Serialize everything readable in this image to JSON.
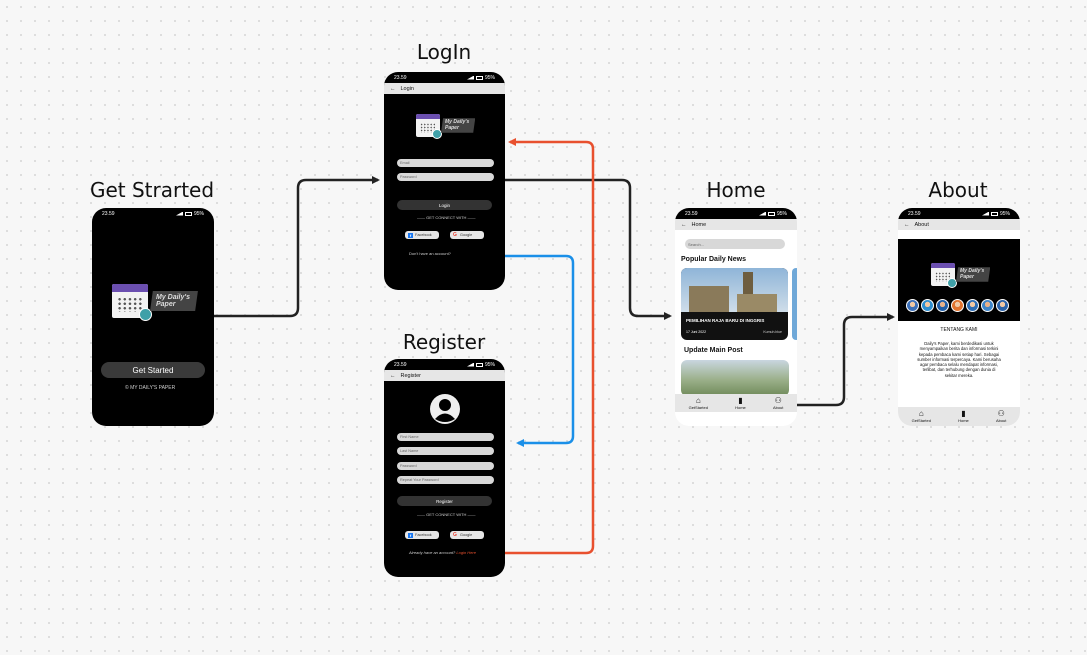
{
  "status": {
    "time": "23.59",
    "battery": "95%"
  },
  "logo_text": [
    "My Daily's",
    "Paper"
  ],
  "colors": {
    "canvas": "#f7f7f7",
    "phone": "#000000",
    "appbar": "#e6e6e6",
    "arrow_dark": "#222222",
    "arrow_red": "#e8502e",
    "arrow_blue": "#1a8fe8",
    "logo_purple": "#6b4fb0"
  },
  "screens": {
    "get_started": {
      "title": "Get Strarted",
      "button": "Get Started",
      "footer": "© MY DAILY'S PAPER"
    },
    "login": {
      "title": "LogIn",
      "appbar": "Login",
      "email_placeholder": "Email",
      "password_placeholder": "Password",
      "button": "Login",
      "divider": "—— GET CONNECT WITH ——",
      "facebook": "Facebook",
      "google": "Google",
      "no_account": "Don't have an account?"
    },
    "register": {
      "title": "Register",
      "appbar": "Register",
      "fields": [
        "First Name",
        "Last Name",
        "Password",
        "Repeat Your Password"
      ],
      "button": "Register",
      "divider": "—— GET CONNECT WITH ——",
      "facebook": "Facebook",
      "google": "Google",
      "have_account": "Already have an account?",
      "login_link": "Login Here"
    },
    "home": {
      "title": "Home",
      "appbar": "Home",
      "search_placeholder": "Search...",
      "popular_heading": "Popular Daily News",
      "news_headline": "PEMILIHAN RAJA BARU DI INGGRIS",
      "news_date": "17 Juni 2022",
      "news_source": "Kumuh.blue",
      "update_heading": "Update Main Post",
      "nav": [
        "GetStarted",
        "Home",
        "About"
      ]
    },
    "about": {
      "title": "About",
      "appbar": "About",
      "section_title": "TENTANG KAMI",
      "body": "Daily's Paper, kami berdedikasi untuk menyampaikan berita dan informasi terkini kepada pembaca kami setiap hari. Sebagai sumber informasi terpercaya. Kami berusaha agar pembaca selalu mendapat informasi, terlibat, dan terhubung dengan dunia di sekitar mereka.",
      "nav": [
        "GetStarted",
        "Home",
        "About"
      ]
    }
  }
}
